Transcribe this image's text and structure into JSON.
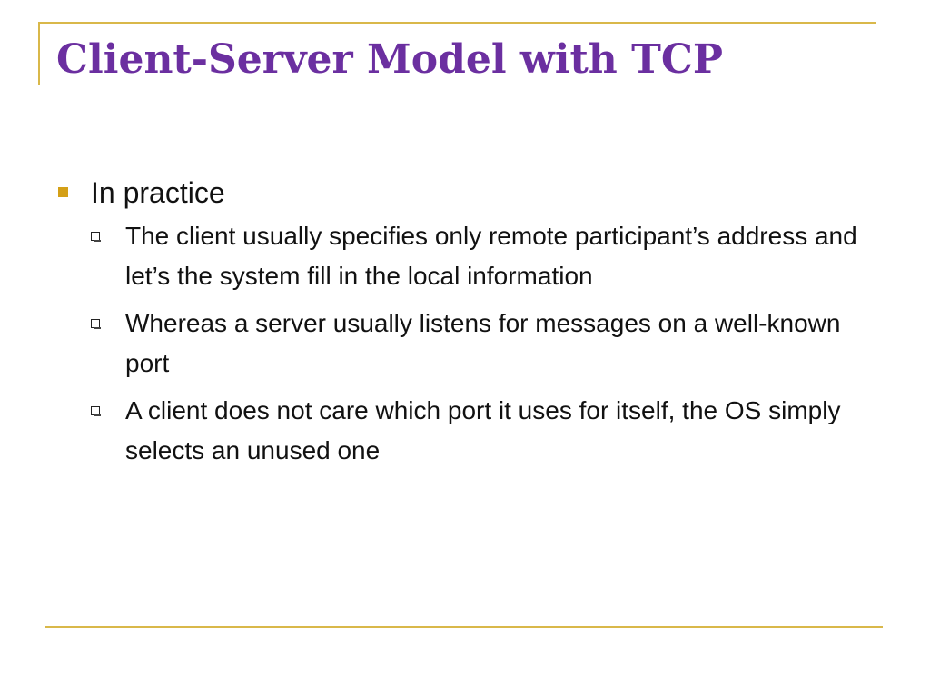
{
  "slide": {
    "title": "Client-Server Model with TCP",
    "main_bullet": "In practice",
    "sub_bullets": [
      "The client usually specifies only remote participant’s address and let’s the system fill in the local information",
      "Whereas a server usually listens for messages on a well-known port",
      "A client does not care which port it uses for itself, the OS simply selects an unused one"
    ],
    "colors": {
      "title": "#6b2fa0",
      "accent": "#d9b84a",
      "bullet": "#d4a017",
      "text": "#111111"
    },
    "icons": {
      "level1_bullet": "filled-square-icon",
      "level2_bullet": "hollow-square-icon"
    }
  }
}
